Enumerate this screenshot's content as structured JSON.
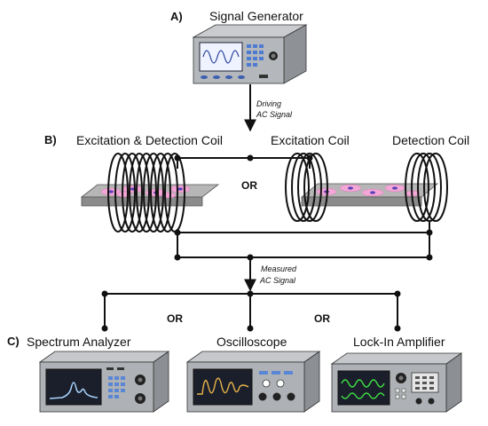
{
  "sections": {
    "a": {
      "letter": "A)",
      "title": "Signal Generator"
    },
    "b": {
      "letter": "B)",
      "coils": [
        "Excitation & Detection Coil",
        "Excitation Coil",
        "Detection Coil"
      ],
      "or_label": "OR"
    },
    "c": {
      "letter": "C)",
      "instruments": [
        "Spectrum Analyzer",
        "Oscilloscope",
        "Lock-In Amplifier"
      ],
      "or_labels": [
        "OR",
        "OR"
      ]
    }
  },
  "signals": {
    "driving": [
      "Driving",
      "AC Signal"
    ],
    "measured": [
      "Measured",
      "AC Signal"
    ]
  },
  "colors": {
    "device_body": "#a9acb0",
    "screen_dark": "#1b1f2b",
    "spectrum_trace": "#a9d4ff",
    "scope_trace": "#e8b34a",
    "lockin_trace": "#3ee043",
    "sample_stage": "#9a9a9a",
    "cell_pink": "#f2a7d6",
    "cell_nucleus": "#5b3fb8",
    "button_blue": "#5a86d6"
  }
}
